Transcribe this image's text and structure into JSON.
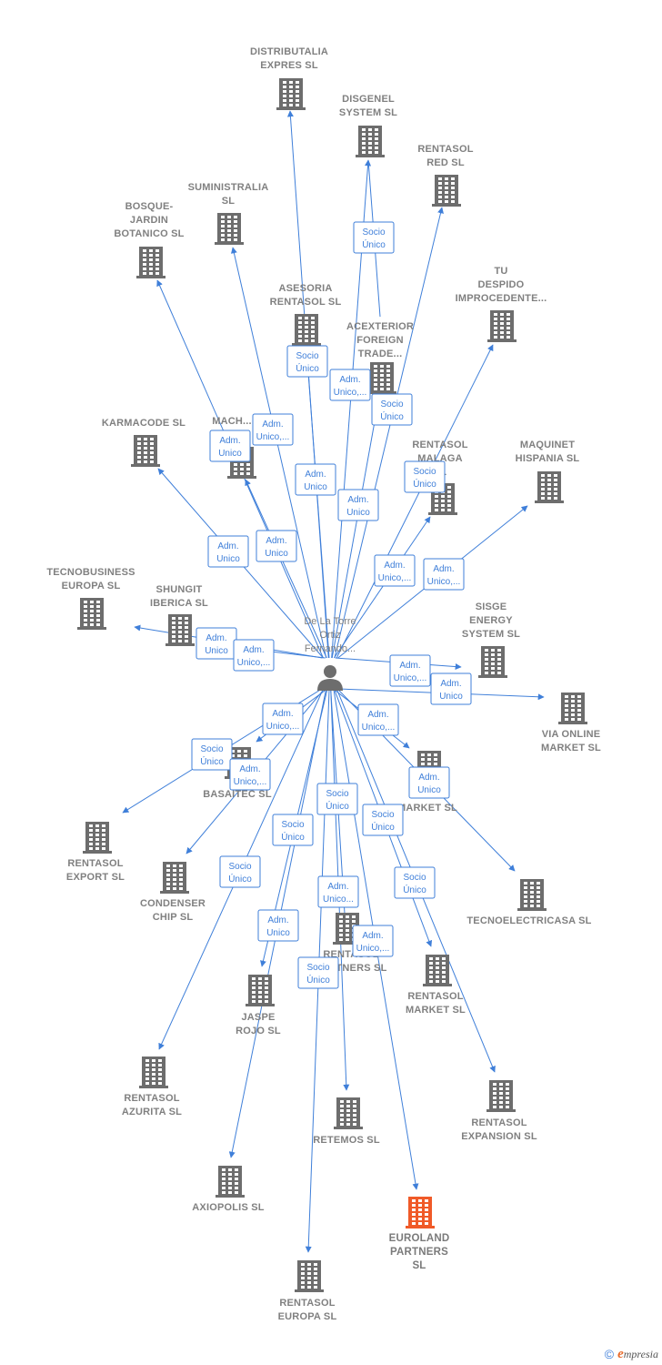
{
  "colors": {
    "edge": "#3f7fd9",
    "building": "#6d6d6d",
    "building_highlight": "#f05a28",
    "label": "#808080",
    "person": "#6d6d6d"
  },
  "person": {
    "label": [
      "De La Torre",
      "Ortiz",
      "Fernando..."
    ],
    "icon": "person-icon"
  },
  "companies": [
    {
      "id": "distributalia",
      "label": [
        "DISTRIBUTALIA",
        "EXPRES  SL"
      ]
    },
    {
      "id": "disgenel",
      "label": [
        "DISGENEL",
        "SYSTEM  SL"
      ]
    },
    {
      "id": "rentasol-red",
      "label": [
        "RENTASOL",
        "RED  SL"
      ]
    },
    {
      "id": "suministralia",
      "label": [
        "SUMINISTRALIA",
        "SL"
      ]
    },
    {
      "id": "bosque",
      "label": [
        "BOSQUE-",
        "JARDIN",
        "BOTANICO SL"
      ]
    },
    {
      "id": "tu-despido",
      "label": [
        "TU",
        "DESPIDO",
        "IMPROCEDENTE..."
      ]
    },
    {
      "id": "asesoria",
      "label": [
        "ASESORIA",
        "RENTASOL SL"
      ]
    },
    {
      "id": "acexterior",
      "label": [
        "ACEXTERIOR",
        "FOREIGN",
        "TRADE..."
      ]
    },
    {
      "id": "karmacode",
      "label": [
        "KARMACODE SL"
      ]
    },
    {
      "id": "mach",
      "label": [
        "MACH..."
      ]
    },
    {
      "id": "rentasol-malaga",
      "label": [
        "RENTASOL",
        "MALAGA",
        "SL"
      ]
    },
    {
      "id": "maquinet",
      "label": [
        "MAQUINET",
        "HISPANIA  SL"
      ]
    },
    {
      "id": "tecnobusiness",
      "label": [
        "TECNOBUSINESS",
        "EUROPA SL"
      ]
    },
    {
      "id": "shungit",
      "label": [
        "SHUNGIT",
        "IBERICA  SL"
      ]
    },
    {
      "id": "sisge",
      "label": [
        "SISGE",
        "ENERGY",
        "SYSTEM  SL"
      ]
    },
    {
      "id": "via-online",
      "label": [
        "VIA ONLINE",
        "MARKET SL"
      ]
    },
    {
      "id": "basaitec",
      "label": [
        "BASAITEC  SL"
      ]
    },
    {
      "id": "m-market",
      "label": [
        "M...G",
        "MARKET  SL"
      ]
    },
    {
      "id": "rentasol-export",
      "label": [
        "RENTASOL",
        "EXPORT  SL"
      ]
    },
    {
      "id": "condenser",
      "label": [
        "CONDENSER",
        "CHIP SL"
      ]
    },
    {
      "id": "tecnoelectricasa",
      "label": [
        "TECNOELECTRICASA SL"
      ]
    },
    {
      "id": "rentasol-partners",
      "label": [
        "RENTASOL",
        "PARTNERS  SL"
      ]
    },
    {
      "id": "rentasol-market",
      "label": [
        "RENTASOL",
        "MARKET  SL"
      ]
    },
    {
      "id": "jaspe",
      "label": [
        "JASPE",
        "ROJO  SL"
      ]
    },
    {
      "id": "rentasol-azurita",
      "label": [
        "RENTASOL",
        "AZURITA  SL"
      ]
    },
    {
      "id": "retemos",
      "label": [
        "RETEMOS  SL"
      ]
    },
    {
      "id": "rentasol-expansion",
      "label": [
        "RENTASOL",
        "EXPANSION  SL"
      ]
    },
    {
      "id": "axiopolis",
      "label": [
        "AXIOPOLIS SL"
      ]
    },
    {
      "id": "euroland",
      "label": [
        "EUROLAND",
        "PARTNERS",
        "SL"
      ],
      "highlight": true
    },
    {
      "id": "rentasol-europa",
      "label": [
        "RENTASOL",
        "EUROPA  SL"
      ]
    }
  ],
  "badges": [
    {
      "id": "b1",
      "lines": [
        "Socio",
        "Único"
      ]
    },
    {
      "id": "b2",
      "lines": [
        "Socio",
        "Único"
      ]
    },
    {
      "id": "b3",
      "lines": [
        "Adm.",
        "Unico,..."
      ]
    },
    {
      "id": "b4",
      "lines": [
        "Socio",
        "Único"
      ]
    },
    {
      "id": "b5",
      "lines": [
        "Adm.",
        "Unico,..."
      ]
    },
    {
      "id": "b6",
      "lines": [
        "Adm.",
        "Unico"
      ]
    },
    {
      "id": "b7",
      "lines": [
        "Adm.",
        "Unico"
      ]
    },
    {
      "id": "b8",
      "lines": [
        "Socio",
        "Único"
      ]
    },
    {
      "id": "b9",
      "lines": [
        "Adm.",
        "Unico"
      ]
    },
    {
      "id": "b10",
      "lines": [
        "Adm.",
        "Unico"
      ]
    },
    {
      "id": "b11",
      "lines": [
        "Adm.",
        "Unico"
      ]
    },
    {
      "id": "b12",
      "lines": [
        "Adm.",
        "Unico,..."
      ]
    },
    {
      "id": "b13",
      "lines": [
        "Adm.",
        "Unico,..."
      ]
    },
    {
      "id": "b14",
      "lines": [
        "Adm.",
        "Unico"
      ]
    },
    {
      "id": "b15",
      "lines": [
        "Adm.",
        "Unico,..."
      ]
    },
    {
      "id": "b16",
      "lines": [
        "Adm.",
        "Unico,..."
      ]
    },
    {
      "id": "b17",
      "lines": [
        "Adm.",
        "Unico"
      ]
    },
    {
      "id": "b18",
      "lines": [
        "Adm.",
        "Unico,..."
      ]
    },
    {
      "id": "b19",
      "lines": [
        "Adm.",
        "Unico,..."
      ]
    },
    {
      "id": "b20",
      "lines": [
        "Socio",
        "Único"
      ]
    },
    {
      "id": "b21",
      "lines": [
        "Adm.",
        "Unico,..."
      ]
    },
    {
      "id": "b22",
      "lines": [
        "Adm.",
        "Unico"
      ]
    },
    {
      "id": "b23",
      "lines": [
        "Socio",
        "Único"
      ]
    },
    {
      "id": "b24",
      "lines": [
        "Socio",
        "Único"
      ]
    },
    {
      "id": "b25",
      "lines": [
        "Socio",
        "Único"
      ]
    },
    {
      "id": "b26",
      "lines": [
        "Socio",
        "Único"
      ]
    },
    {
      "id": "b27",
      "lines": [
        "Adm.",
        "Unico..."
      ]
    },
    {
      "id": "b28",
      "lines": [
        "Socio",
        "Único"
      ]
    },
    {
      "id": "b29",
      "lines": [
        "Adm.",
        "Unico"
      ]
    },
    {
      "id": "b30",
      "lines": [
        "Adm.",
        "Unico,..."
      ]
    },
    {
      "id": "b31",
      "lines": [
        "Socio",
        "Único"
      ]
    }
  ],
  "footer": {
    "copyright": "©",
    "brand_initial": "e",
    "brand_rest": "mpresia"
  }
}
